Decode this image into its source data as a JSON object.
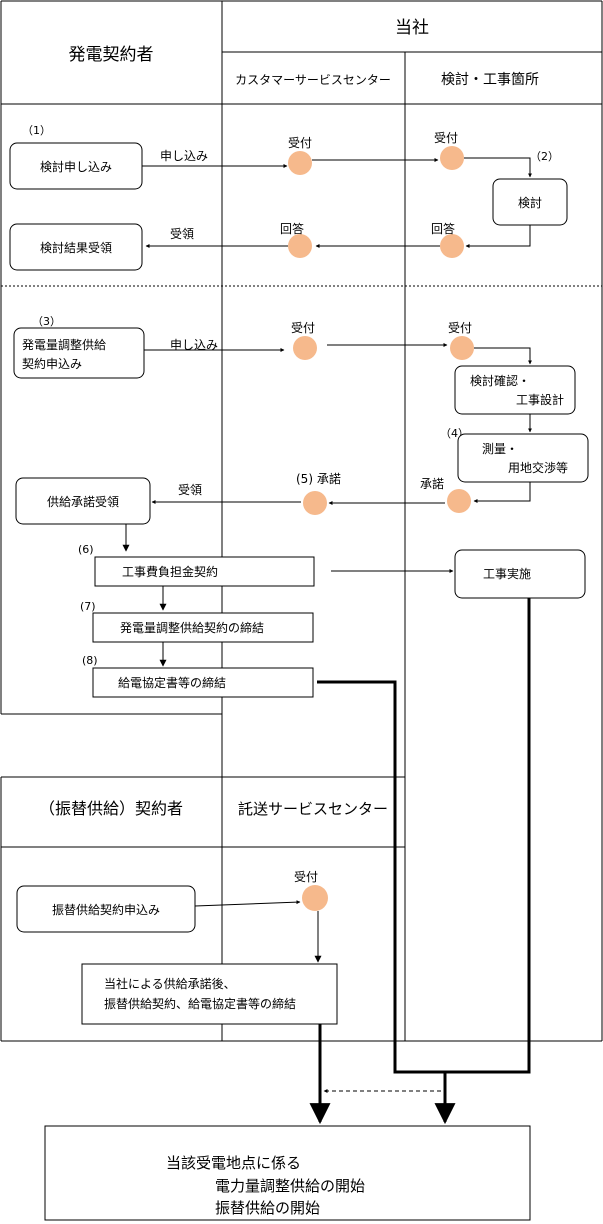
{
  "header": {
    "generator": "発電契約者",
    "company": "当社",
    "customer_center": "カスタマーサービスセンター",
    "study_site": "検討・工事箇所"
  },
  "section1": {
    "num1": "（1）",
    "apply_box": "検討申し込み",
    "apply_label": "申し込み",
    "receipt_cs": "受付",
    "receipt_site": "受付",
    "num2": "（2）",
    "study_box": "検討",
    "answer_site": "回答",
    "answer_cs": "回答",
    "receive_label": "受領",
    "result_box": "検討結果受領"
  },
  "section2": {
    "num3": "（3）",
    "apply_box_line1": "発電量調整供給",
    "apply_box_line2": "契約申込み",
    "apply_label": "申し込み",
    "receipt_cs": "受付",
    "receipt_site": "受付",
    "design_line1": "検討確認・",
    "design_line2": "工事設計",
    "num4": "（4）",
    "survey_line1": "測量・",
    "survey_line2": "用地交渉等",
    "consent_site": "承諾",
    "consent_cs": "(5) 承諾",
    "receive_label": "受領",
    "consent_box": "供給承諾受領",
    "num6": "(6)",
    "cost_box": "工事費負担金契約",
    "construction_box": "工事実施",
    "num7": "(7)",
    "contract_box": "発電量調整供給契約の締結",
    "num8": "(8)",
    "agreement_box": "給電協定書等の締結"
  },
  "section3": {
    "contractor": "（振替供給）契約者",
    "transmission_center": "託送サービスセンター",
    "apply_box": "振替供給契約申込み",
    "receipt": "受付",
    "after_line1": "当社による供給承諾後、",
    "after_line2": "振替供給契約、給電協定書等の締結"
  },
  "final": {
    "line1": "当該受電地点に係る",
    "line2": "電力量調整供給の開始",
    "line3": "振替供給の開始"
  }
}
